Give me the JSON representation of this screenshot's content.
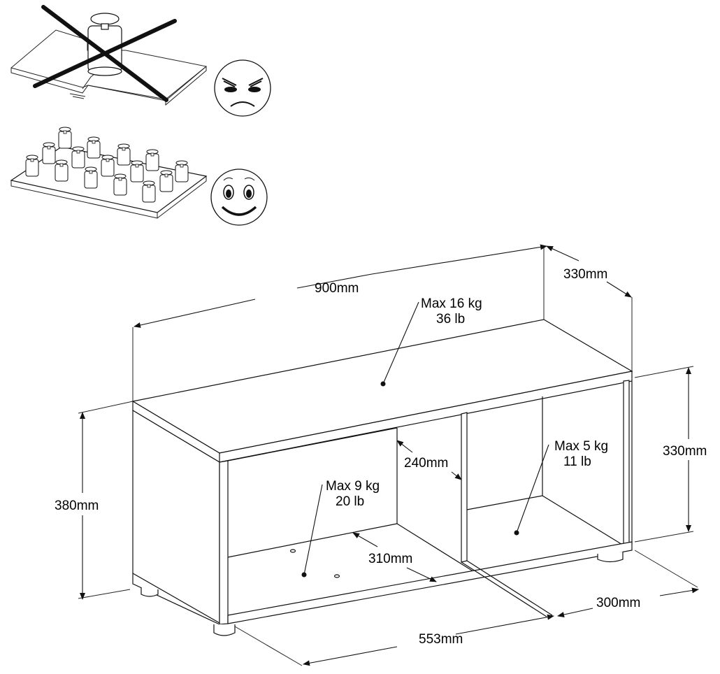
{
  "title": "Shoe bench / TV stand dimensions and load capacity",
  "load_guidance": {
    "bad": {
      "description": "Single concentrated heavy load — bends shelf",
      "face_icon": "angry-face-icon"
    },
    "good": {
      "description": "Evenly distributed load",
      "face_icon": "happy-face-icon"
    }
  },
  "dimensions": {
    "width": "900mm",
    "depth_top": "330mm",
    "height_total": "380mm",
    "height_inner": "330mm",
    "inner_depth": "240mm",
    "shelf_depth": "310mm",
    "left_compartment_width": "553mm",
    "right_compartment_width": "300mm"
  },
  "loads": {
    "top": {
      "kg": "Max 16 kg",
      "lb": "36 lb"
    },
    "left_compartment": {
      "kg": "Max 9 kg",
      "lb": "20 lb"
    },
    "right_compartment": {
      "kg": "Max 5 kg",
      "lb": "11 lb"
    }
  }
}
